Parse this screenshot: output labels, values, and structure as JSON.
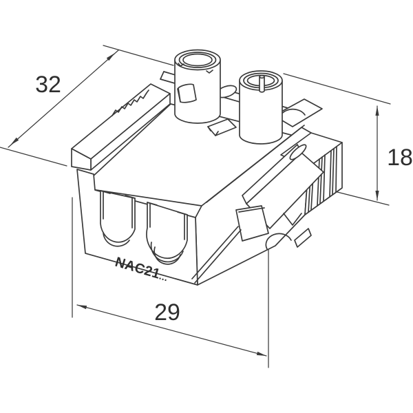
{
  "figure": {
    "type": "technical-drawing",
    "background_color": "#ffffff",
    "line_color": "#3a3a3a",
    "part_label": "NAC21",
    "part_label_suffix": "...",
    "dimensions": {
      "width_label": "32",
      "height_label": "18",
      "depth_label": "29"
    }
  }
}
